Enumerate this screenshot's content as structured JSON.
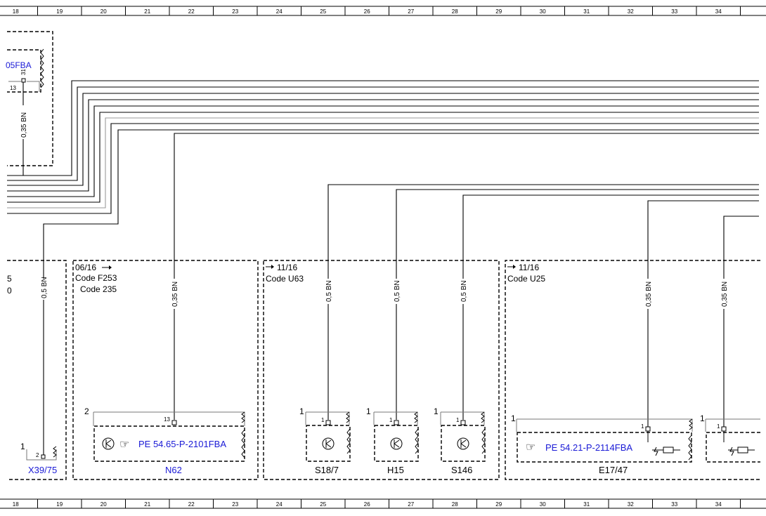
{
  "ruler": {
    "numbers": [
      "18",
      "19",
      "20",
      "21",
      "22",
      "23",
      "24",
      "25",
      "26",
      "27",
      "28",
      "29",
      "30",
      "31",
      "32",
      "33",
      "34"
    ]
  },
  "left_partial": {
    "ref": "05FBA",
    "pin_top": "31",
    "pin_13": "13",
    "wire": "0,35 BN",
    "cut_5": "5",
    "cut_0": "0"
  },
  "x39": {
    "wire": "0,5 BN",
    "pin_num": "1",
    "pin_2": "2",
    "name": "X39/75"
  },
  "n62": {
    "date": "06/16",
    "code1": "Code F253",
    "code2": "Code 235",
    "wire": "0,35 BN",
    "pin_num": "2",
    "pin_13": "13",
    "ref": "PE 54.65-P-2101FBA",
    "name": "N62"
  },
  "u63_group": {
    "date": "11/16",
    "code": "Code U63",
    "s18": {
      "wire": "0,5 BN",
      "pin_num": "1",
      "pin_1": "1",
      "name": "S18/7"
    },
    "h15": {
      "wire": "0,5 BN",
      "pin_num": "1",
      "pin_1": "1",
      "name": "H15"
    },
    "s146": {
      "wire": "0,5 BN",
      "pin_num": "1",
      "pin_1": "1",
      "name": "S146"
    }
  },
  "u25_group": {
    "date": "11/16",
    "code": "Code U25",
    "e17": {
      "wire": "0,35 BN",
      "pin_num": "1",
      "pin_1": "1",
      "ref": "PE 54.21-P-2114FBA",
      "name": "E17/47"
    },
    "right": {
      "wire": "0,35 BN",
      "pin_num": "1",
      "pin_1": "1"
    }
  },
  "colors": {
    "text": "#000000",
    "link": "#1a1ad6",
    "wire_grey": "#9a9a9a"
  },
  "icons": [
    "arrow-right-icon",
    "pointing-hand-icon",
    "transistor-icon",
    "resistor-icon"
  ]
}
